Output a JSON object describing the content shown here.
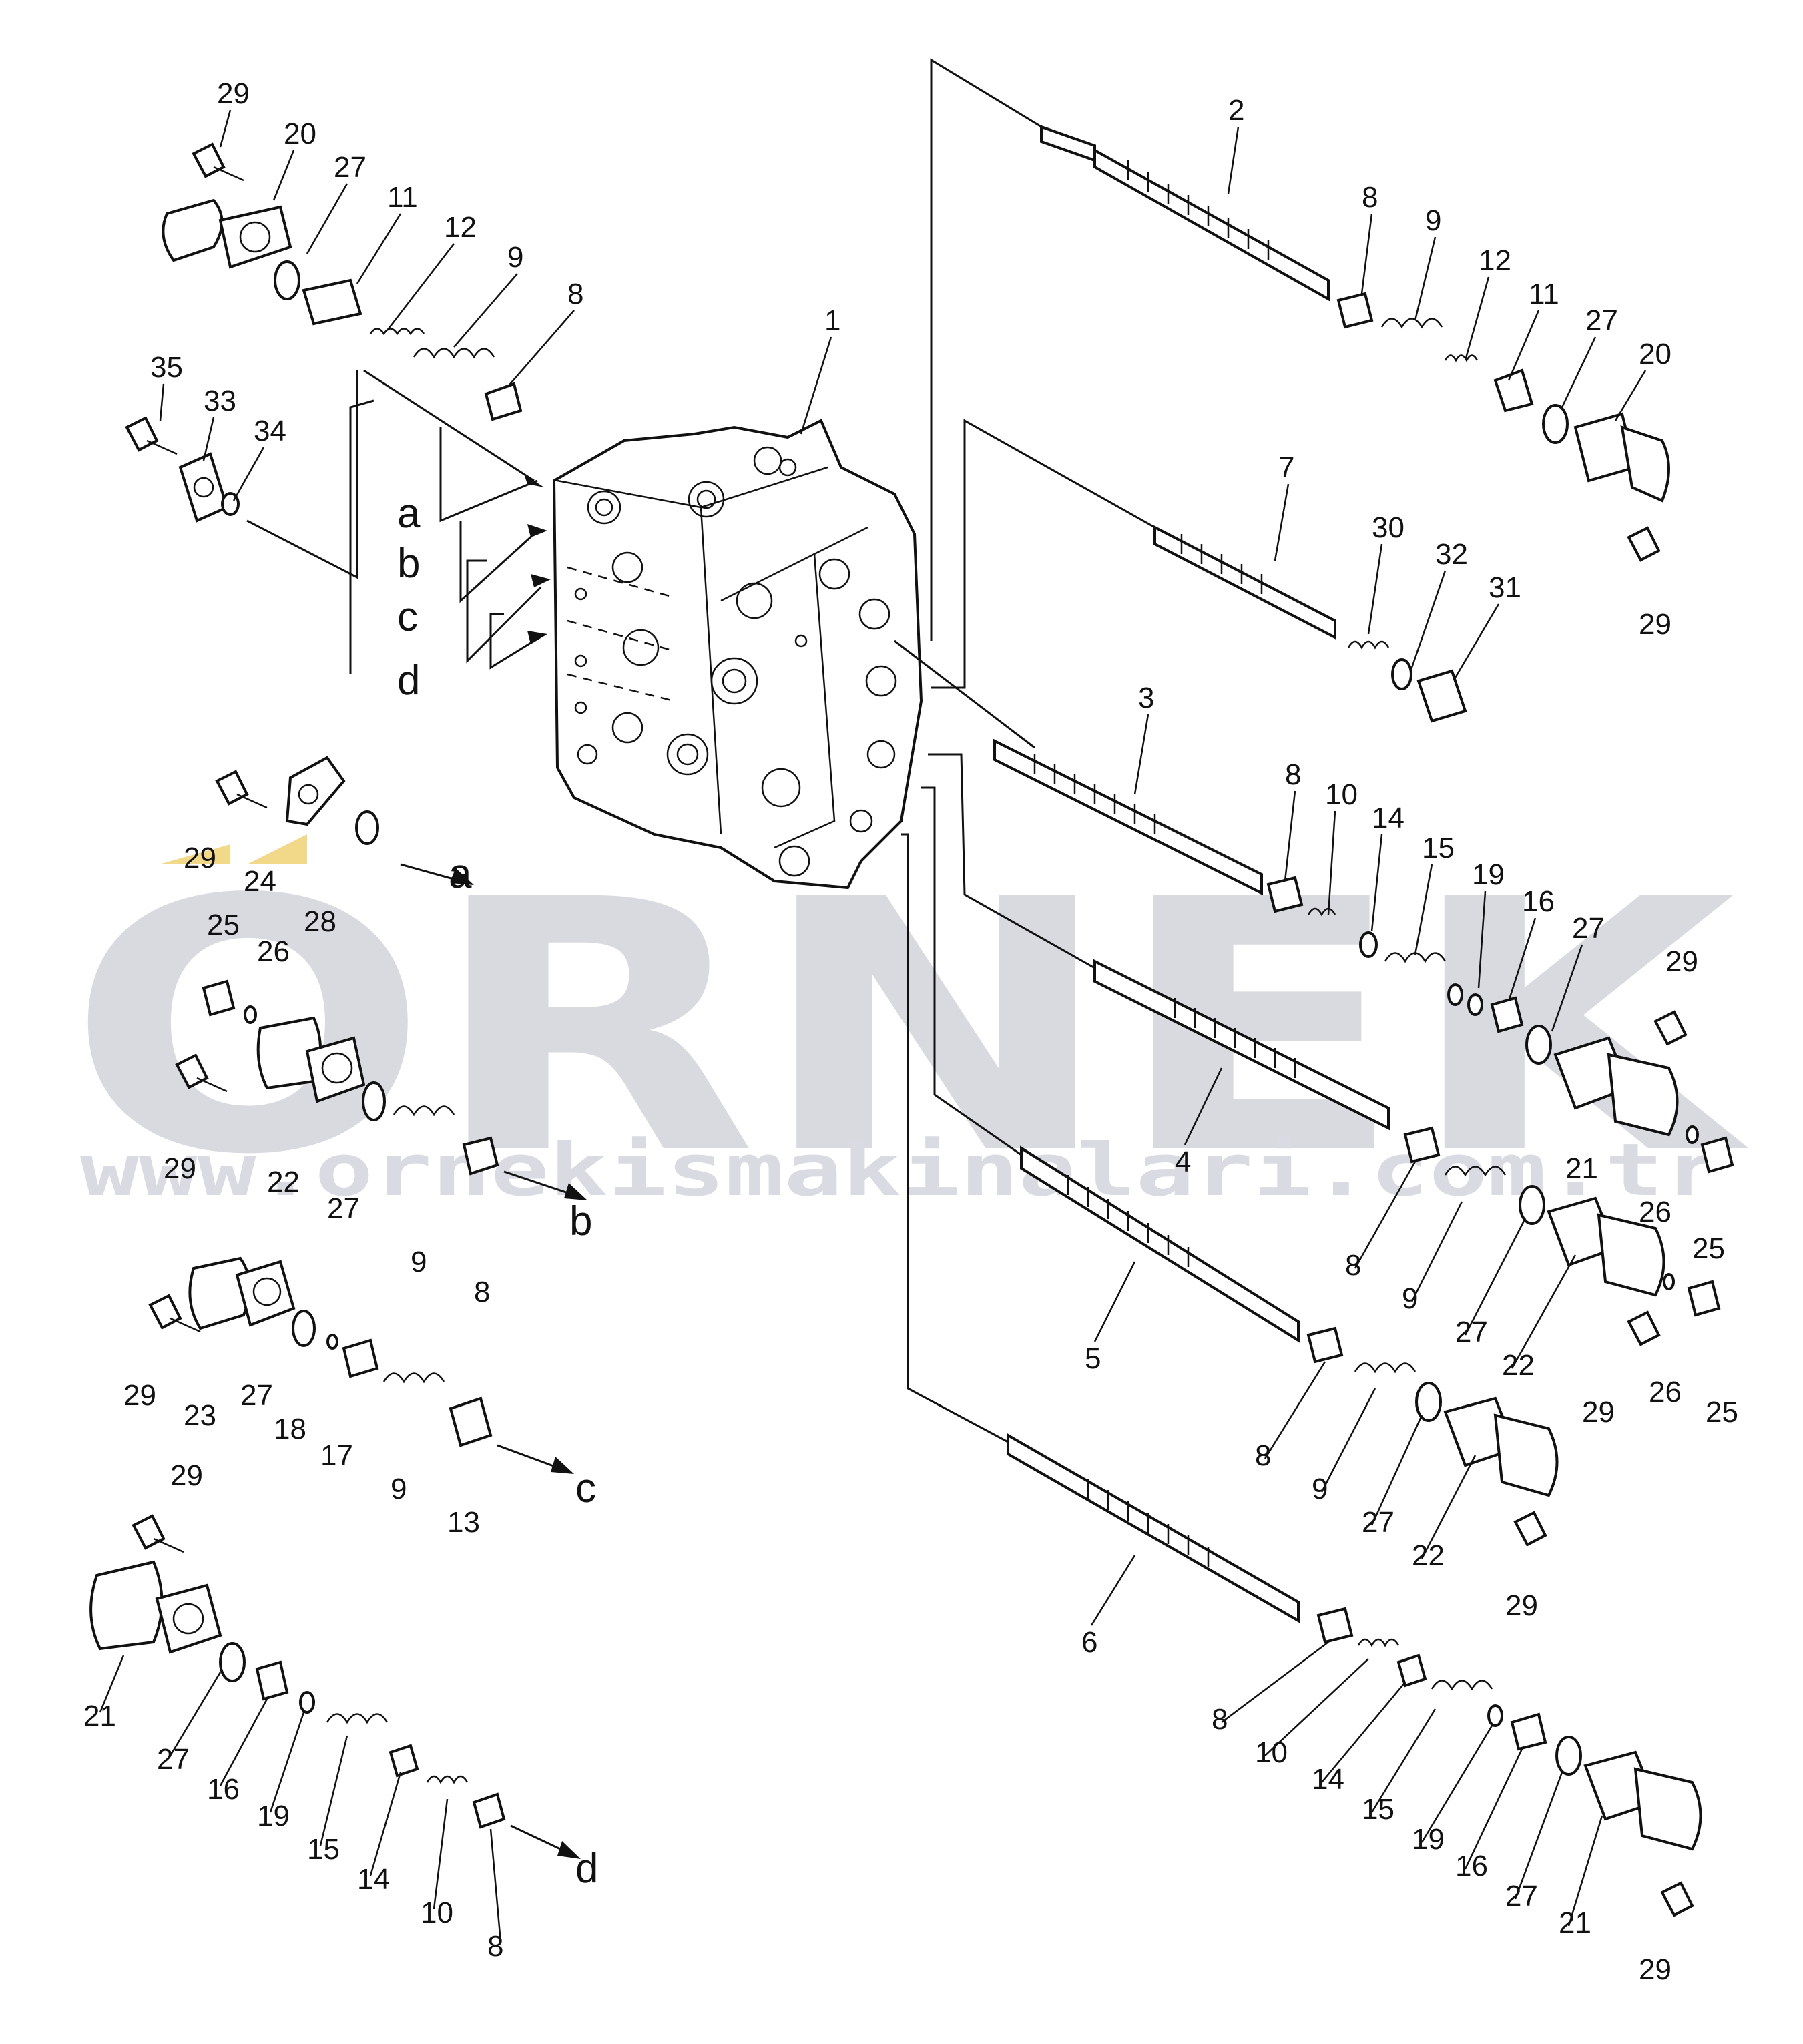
{
  "watermark": {
    "brand": "ORNEK",
    "url": "www.ornekismakinalari.com.tr",
    "color": "#d9d9e0"
  },
  "highlight_color": "#f2d98a",
  "port_letters": [
    "a",
    "b",
    "c",
    "d"
  ],
  "labels": [
    {
      "id": "l-29-a",
      "text": "29"
    },
    {
      "id": "l-20-a",
      "text": "20"
    },
    {
      "id": "l-27-a",
      "text": "27"
    },
    {
      "id": "l-11-a",
      "text": "11"
    },
    {
      "id": "l-12-a",
      "text": "12"
    },
    {
      "id": "l-9-a",
      "text": "9"
    },
    {
      "id": "l-8-a",
      "text": "8"
    },
    {
      "id": "l-1",
      "text": "1"
    },
    {
      "id": "l-35",
      "text": "35"
    },
    {
      "id": "l-33",
      "text": "33"
    },
    {
      "id": "l-34",
      "text": "34"
    },
    {
      "id": "l-2",
      "text": "2"
    },
    {
      "id": "l-8-b",
      "text": "8"
    },
    {
      "id": "l-9-b",
      "text": "9"
    },
    {
      "id": "l-12-b",
      "text": "12"
    },
    {
      "id": "l-11-b",
      "text": "11"
    },
    {
      "id": "l-27-b",
      "text": "27"
    },
    {
      "id": "l-20-b",
      "text": "20"
    },
    {
      "id": "l-29-b",
      "text": "29"
    },
    {
      "id": "l-7",
      "text": "7"
    },
    {
      "id": "l-30",
      "text": "30"
    },
    {
      "id": "l-32",
      "text": "32"
    },
    {
      "id": "l-31",
      "text": "31"
    },
    {
      "id": "l-3",
      "text": "3"
    },
    {
      "id": "l-8-c",
      "text": "8"
    },
    {
      "id": "l-10-a",
      "text": "10"
    },
    {
      "id": "l-14-a",
      "text": "14"
    },
    {
      "id": "l-15-a",
      "text": "15"
    },
    {
      "id": "l-19-a",
      "text": "19"
    },
    {
      "id": "l-16-a",
      "text": "16"
    },
    {
      "id": "l-27-c",
      "text": "27"
    },
    {
      "id": "l-29-c",
      "text": "29"
    },
    {
      "id": "l-29-d",
      "text": "29"
    },
    {
      "id": "l-24",
      "text": "24"
    },
    {
      "id": "l-28",
      "text": "28"
    },
    {
      "id": "l-25-a",
      "text": "25"
    },
    {
      "id": "l-26-a",
      "text": "26"
    },
    {
      "id": "l-29-e",
      "text": "29"
    },
    {
      "id": "l-22-a",
      "text": "22"
    },
    {
      "id": "l-27-d",
      "text": "27"
    },
    {
      "id": "l-9-c",
      "text": "9"
    },
    {
      "id": "l-8-d",
      "text": "8"
    },
    {
      "id": "l-4",
      "text": "4"
    },
    {
      "id": "l-21-a",
      "text": "21"
    },
    {
      "id": "l-26-b",
      "text": "26"
    },
    {
      "id": "l-25-b",
      "text": "25"
    },
    {
      "id": "l-8-e",
      "text": "8"
    },
    {
      "id": "l-9-d",
      "text": "9"
    },
    {
      "id": "l-27-e",
      "text": "27"
    },
    {
      "id": "l-22-b",
      "text": "22"
    },
    {
      "id": "l-29-f",
      "text": "29"
    },
    {
      "id": "l-26-c",
      "text": "26"
    },
    {
      "id": "l-25-c",
      "text": "25"
    },
    {
      "id": "l-5",
      "text": "5"
    },
    {
      "id": "l-8-f",
      "text": "8"
    },
    {
      "id": "l-9-e",
      "text": "9"
    },
    {
      "id": "l-27-f",
      "text": "27"
    },
    {
      "id": "l-22-c",
      "text": "22"
    },
    {
      "id": "l-29-g",
      "text": "29"
    },
    {
      "id": "l-29-h",
      "text": "29"
    },
    {
      "id": "l-23",
      "text": "23"
    },
    {
      "id": "l-27-g",
      "text": "27"
    },
    {
      "id": "l-18",
      "text": "18"
    },
    {
      "id": "l-17",
      "text": "17"
    },
    {
      "id": "l-9-f",
      "text": "9"
    },
    {
      "id": "l-13",
      "text": "13"
    },
    {
      "id": "l-29-i",
      "text": "29"
    },
    {
      "id": "l-21-b",
      "text": "21"
    },
    {
      "id": "l-27-h",
      "text": "27"
    },
    {
      "id": "l-16-b",
      "text": "16"
    },
    {
      "id": "l-19-b",
      "text": "19"
    },
    {
      "id": "l-15-b",
      "text": "15"
    },
    {
      "id": "l-14-b",
      "text": "14"
    },
    {
      "id": "l-10-b",
      "text": "10"
    },
    {
      "id": "l-8-g",
      "text": "8"
    },
    {
      "id": "l-6",
      "text": "6"
    },
    {
      "id": "l-8-h",
      "text": "8"
    },
    {
      "id": "l-10-c",
      "text": "10"
    },
    {
      "id": "l-14-c",
      "text": "14"
    },
    {
      "id": "l-15-c",
      "text": "15"
    },
    {
      "id": "l-19-c",
      "text": "19"
    },
    {
      "id": "l-16-c",
      "text": "16"
    },
    {
      "id": "l-27-i",
      "text": "27"
    },
    {
      "id": "l-21-c",
      "text": "21"
    },
    {
      "id": "l-29-j",
      "text": "29"
    }
  ]
}
